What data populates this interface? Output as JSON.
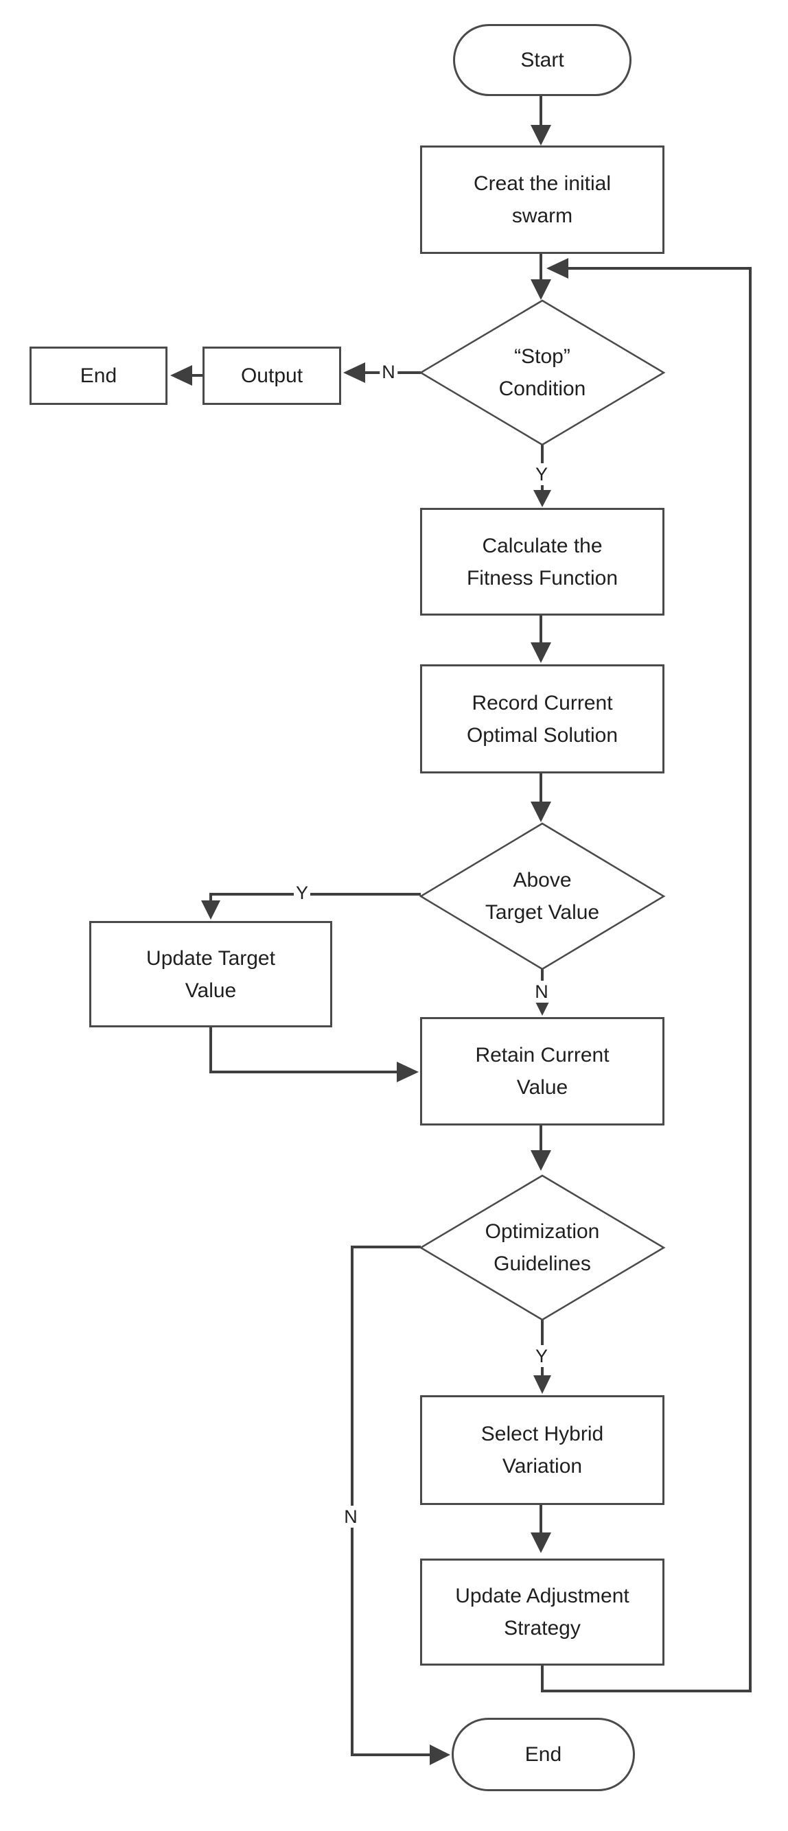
{
  "diagram": {
    "nodes": {
      "start": {
        "label": "Start"
      },
      "create_swarm": {
        "line1": "Creat the initial",
        "line2": "swarm"
      },
      "stop_condition": {
        "line1": "“Stop”",
        "line2": "Condition"
      },
      "output": {
        "label": "Output"
      },
      "end_left": {
        "label": "End"
      },
      "calculate_fitness": {
        "line1": "Calculate the",
        "line2": "Fitness Function"
      },
      "record_optimal": {
        "line1": "Record Current",
        "line2": "Optimal Solution"
      },
      "above_target": {
        "line1": "Above",
        "line2": "Target Value"
      },
      "update_target": {
        "line1": "Update Target",
        "line2": "Value"
      },
      "retain_current": {
        "line1": "Retain Current",
        "line2": "Value"
      },
      "optimization_guidelines": {
        "line1": "Optimization",
        "line2": "Guidelines"
      },
      "select_hybrid": {
        "line1": "Select Hybrid",
        "line2": "Variation"
      },
      "update_adjustment": {
        "line1": "Update Adjustment",
        "line2": "Strategy"
      },
      "end_bottom": {
        "label": "End"
      }
    },
    "edge_labels": {
      "stop_no": "N",
      "stop_yes": "Y",
      "above_yes": "Y",
      "above_no": "N",
      "optimization_yes": "Y",
      "optimization_no": "N"
    },
    "colors": {
      "line": "#3f3f3f",
      "shape_border": "#4a4a4a",
      "text": "#1f1f1f",
      "background": "#ffffff"
    }
  }
}
